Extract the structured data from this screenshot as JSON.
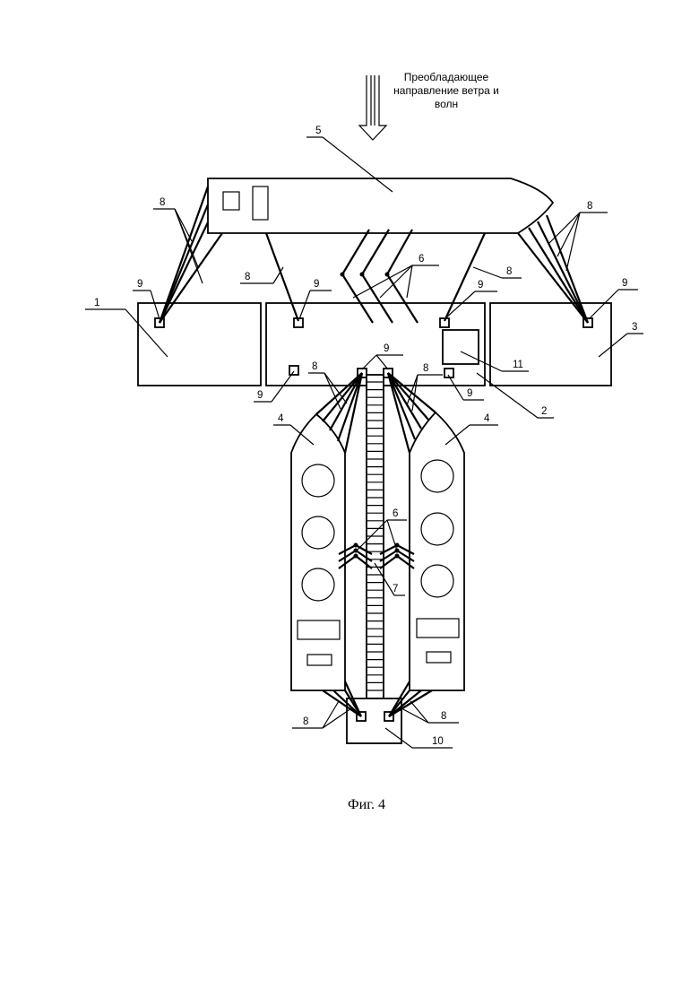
{
  "wind_note": {
    "line1": "Преобладающее",
    "line2": "направление ветра и",
    "line3": "волн"
  },
  "caption": "Фиг. 4",
  "labels": {
    "n1": "1",
    "n2": "2",
    "n3": "3",
    "n4_left": "4",
    "n4_right": "4",
    "n5": "5",
    "n6_top": "6",
    "n6_mid": "6",
    "n7": "7",
    "n8_top_left": "8",
    "n8_top_right": "8",
    "n8_center_left": "8",
    "n8_center_right": "8",
    "n8_mid_left": "8",
    "n8_mid_right": "8",
    "n8_bottom_left": "8",
    "n8_bottom_right": "8",
    "n9_far_left": "9",
    "n9_center_left": "9",
    "n9_center_right": "9",
    "n9_far_right": "9",
    "n9_low_left": "9",
    "n9_low_center": "9",
    "n9_low_right": "9",
    "n10": "10",
    "n11": "11"
  }
}
